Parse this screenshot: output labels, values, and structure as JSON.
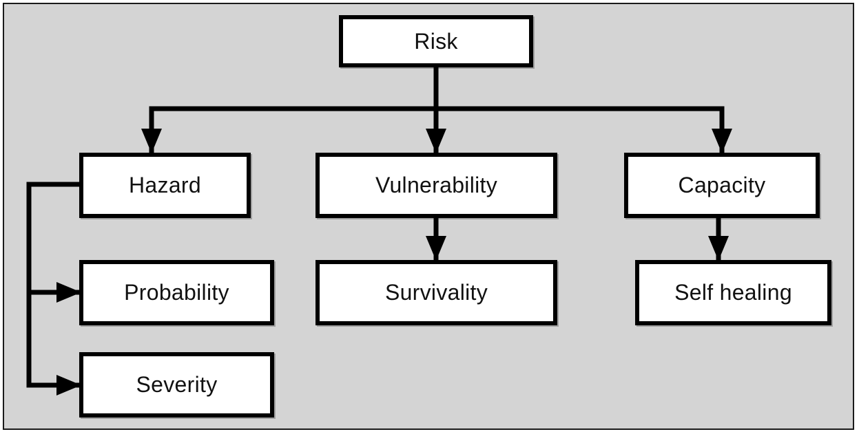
{
  "nodes": {
    "risk": "Risk",
    "hazard": "Hazard",
    "vulnerability": "Vulnerability",
    "capacity": "Capacity",
    "probability": "Probability",
    "survivality": "Survivality",
    "self_healing": "Self healing",
    "severity": "Severity"
  },
  "edges": [
    {
      "from": "Risk",
      "to": "Hazard"
    },
    {
      "from": "Risk",
      "to": "Vulnerability"
    },
    {
      "from": "Risk",
      "to": "Capacity"
    },
    {
      "from": "Hazard",
      "to": "Probability"
    },
    {
      "from": "Hazard",
      "to": "Severity"
    },
    {
      "from": "Vulnerability",
      "to": "Survivality"
    },
    {
      "from": "Capacity",
      "to": "Self healing"
    }
  ],
  "colors": {
    "background": "#d4d4d4",
    "node_fill": "#ffffff",
    "stroke": "#000000"
  }
}
